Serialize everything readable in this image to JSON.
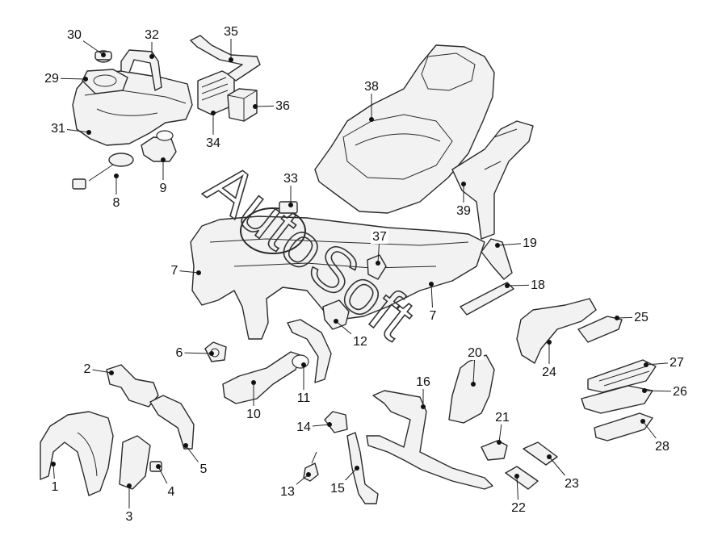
{
  "watermark": {
    "text": "AutoSoft"
  },
  "callouts": [
    {
      "label": "1"
    },
    {
      "label": "2"
    },
    {
      "label": "3"
    },
    {
      "label": "4"
    },
    {
      "label": "5"
    },
    {
      "label": "6"
    },
    {
      "label": "7"
    },
    {
      "label": "7"
    },
    {
      "label": "8"
    },
    {
      "label": "9"
    },
    {
      "label": "10"
    },
    {
      "label": "11"
    },
    {
      "label": "12"
    },
    {
      "label": "13"
    },
    {
      "label": "14"
    },
    {
      "label": "15"
    },
    {
      "label": "16"
    },
    {
      "label": "18"
    },
    {
      "label": "19"
    },
    {
      "label": "20"
    },
    {
      "label": "21"
    },
    {
      "label": "22"
    },
    {
      "label": "23"
    },
    {
      "label": "24"
    },
    {
      "label": "25"
    },
    {
      "label": "26"
    },
    {
      "label": "27"
    },
    {
      "label": "28"
    },
    {
      "label": "29"
    },
    {
      "label": "30"
    },
    {
      "label": "31"
    },
    {
      "label": "32"
    },
    {
      "label": "33"
    },
    {
      "label": "34"
    },
    {
      "label": "35"
    },
    {
      "label": "36"
    },
    {
      "label": "37"
    },
    {
      "label": "38"
    },
    {
      "label": "39"
    }
  ]
}
